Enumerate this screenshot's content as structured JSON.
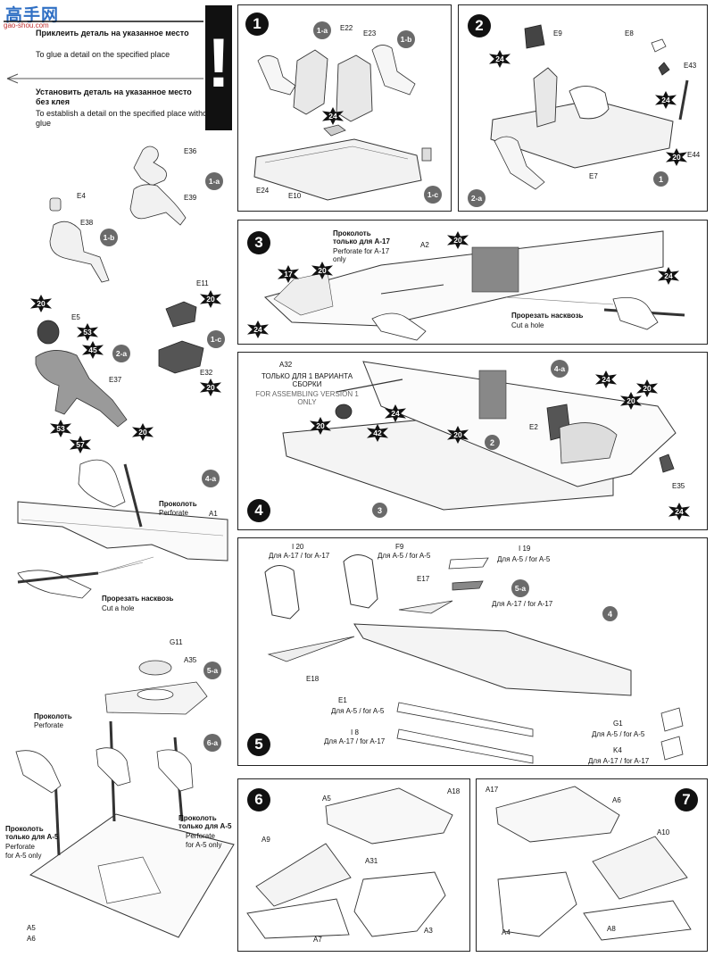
{
  "watermark": {
    "brand": "高手网",
    "url": "gao-shou.com"
  },
  "legend": {
    "glue_ru": "Приклеить деталь на указанное место",
    "glue_en": "To glue a detail on the specified place",
    "noglue_ru": "Установить деталь на указанное место без клея",
    "noglue_en": "To establish a detail on the specified place without glue",
    "exclamation": "!"
  },
  "side": {
    "s1a": {
      "code": "1-a",
      "parts": [
        "E36",
        "E39"
      ]
    },
    "s1b": {
      "code": "1-b",
      "parts": [
        "E4",
        "E38"
      ]
    },
    "s1c": {
      "code": "1-c",
      "parts": [
        "E11",
        "E32"
      ],
      "colors": [
        "20",
        "20"
      ]
    },
    "s2a": {
      "code": "2-a",
      "parts": [
        "E5",
        "E37"
      ],
      "colors": [
        "20",
        "53",
        "45",
        "53",
        "57",
        "20"
      ]
    },
    "s4a": {
      "code": "4-a",
      "part": "A1",
      "perf_ru": "Проколоть",
      "perf_en": "Perforate",
      "hole_ru": "Прорезать насквозь",
      "hole_en": "Cut a hole"
    },
    "s5a": {
      "code": "5-a",
      "parts": [
        "G11",
        "A35"
      ]
    },
    "s6a": {
      "code": "6-a",
      "perf_ru": "Проколоть",
      "perf_en": "Perforate",
      "a5_ru": "Проколоть только для А-5",
      "a5_en_1": "Perforate",
      "a5_en_2": "for A-5 only",
      "parts": [
        "A5",
        "A6"
      ]
    }
  },
  "steps": {
    "s1": {
      "num": "1",
      "subs": [
        "1-a",
        "1-b",
        "1-c"
      ],
      "parts": [
        "E22",
        "E23",
        "E24",
        "E10"
      ],
      "color": "24"
    },
    "s2": {
      "num": "2",
      "subs": [
        "2-a",
        "1"
      ],
      "parts": [
        "E9",
        "E8",
        "E43",
        "E44",
        "E7"
      ],
      "colors": [
        "24",
        "24",
        "20"
      ]
    },
    "s3": {
      "num": "3",
      "part": "A2",
      "a17_ru": "Проколоть только для А-17",
      "a17_en": "Perforate for A-17 only",
      "hole_ru": "Прорезать насквозь",
      "hole_en": "Cut a hole",
      "colors": [
        "20",
        "17",
        "20",
        "24",
        "24"
      ]
    },
    "s4": {
      "num": "4",
      "part": "A32",
      "version_ru": "ТОЛЬКО ДЛЯ 1 ВАРИАНТА СБОРКИ",
      "version_en": "FOR ASSEMBLING VERSION 1 ONLY",
      "subs": [
        "4-a",
        "2",
        "3"
      ],
      "parts": [
        "E2",
        "E35"
      ],
      "colors": [
        "24",
        "20",
        "20",
        "24",
        "20",
        "42",
        "24"
      ]
    },
    "s5": {
      "num": "5",
      "sub": "5-a",
      "circ": "4",
      "l20": "I 20",
      "l20_sub": "Для А-17 / for A-17",
      "f9": "F9",
      "f9_sub": "Для А-5 / for A-5",
      "i19": "I 19",
      "i19_sub": "Для А-5 / for A-5",
      "a17_sub": "Для А-17 / for A-17",
      "e17": "E17",
      "e18": "E18",
      "e1": "E1",
      "e1_sub": "Для А-5 / for A-5",
      "i8": "I 8",
      "i8_sub": "Для А-17 / for A-17",
      "g1": "G1",
      "g1_sub": "Для А-5 / for A-5",
      "k4": "K4",
      "k4_sub": "Для А-17 / for A-17"
    },
    "s6": {
      "num": "6",
      "parts": [
        "A5",
        "A18",
        "A9",
        "A31",
        "A7",
        "A3"
      ]
    },
    "s7": {
      "num": "7",
      "parts": [
        "A17",
        "A6",
        "A10",
        "A4",
        "A8"
      ]
    }
  }
}
